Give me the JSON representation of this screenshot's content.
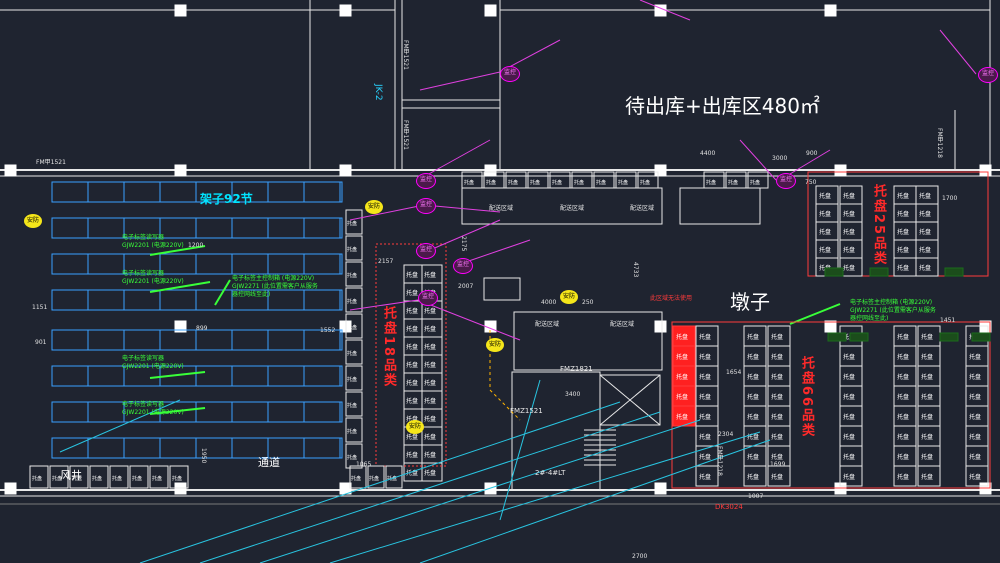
{
  "title": "待出库+出库区480㎡",
  "zones": {
    "racks": "架子92节",
    "pier": "墩子",
    "passage": "通道",
    "wind": "风井",
    "stair_label": "2#-4#LT",
    "elevator": "FMZ1821",
    "elevator2": "FMZ1521"
  },
  "red_labels": {
    "p18": "托盘18品类",
    "p25": "托盘25品类",
    "p66": "托盘66品类"
  },
  "badges": {
    "security": "安防",
    "monitor": "监控"
  },
  "doors": [
    "FM甲1521",
    "FM甲1521",
    "FM甲1521",
    "FM甲1218",
    "FM甲1218"
  ],
  "jk": "JK-2",
  "dk": "DK3024",
  "notes": {
    "rack_tag": "电子标签读写器",
    "rack_spec": "GJW2201 (电源220V)",
    "ctrl": "电子标签主控制箱 (电源220V)",
    "ctrl2": "GJW2271 (此位置需客户从服务",
    "ctrl3": "器控网线至此)",
    "red_note": "此区域无法使用",
    "room": "配送区域"
  },
  "cells": {
    "pallet": "托盘"
  },
  "dims": [
    "4400",
    "3000",
    "900",
    "1200",
    "2157",
    "2007",
    "4000",
    "250",
    "1552",
    "899",
    "901",
    "1151",
    "1700",
    "1654",
    "2304",
    "1699",
    "1065",
    "1950",
    "2700",
    "4733",
    "3400",
    "1007",
    "1451",
    "750",
    "2175"
  ]
}
